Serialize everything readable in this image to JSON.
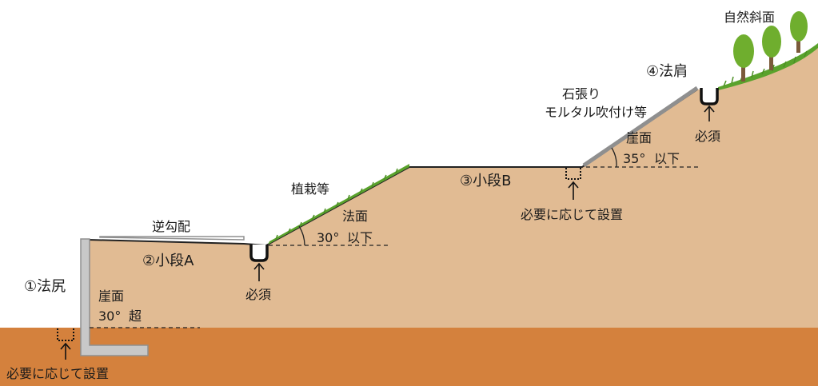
{
  "colors": {
    "soil": "#e1bb93",
    "ground": "#d4813d",
    "wall": "#c8c8c8",
    "wall_edge": "#8f8f8f",
    "grass": "#5aa22c",
    "tree": "#6fae2e",
    "trunk": "#7a5a3a",
    "line": "#222222"
  },
  "labels": {
    "natural_slope": "自然斜面",
    "slope_shoulder": "④法肩",
    "stone_facing_1": "石張り",
    "stone_facing_2": "モルタル吹付け等",
    "cliff_face_upper": "崖面",
    "angle_35": "35°",
    "below_upper": "以下",
    "required_upper": "必須",
    "planting": "植栽等",
    "berm_b": "③小段B",
    "as_needed_mid": "必要に応じて設置",
    "slope_face": "法面",
    "angle_30": "30°",
    "below_mid": "以下",
    "reverse_gradient": "逆勾配",
    "berm_a": "②小段A",
    "required_lower": "必須",
    "slope_toe": "①法尻",
    "cliff_face_lower": "崖面",
    "angle_30_over": "30°",
    "over": "超",
    "as_needed_bottom": "必要に応じて設置"
  }
}
